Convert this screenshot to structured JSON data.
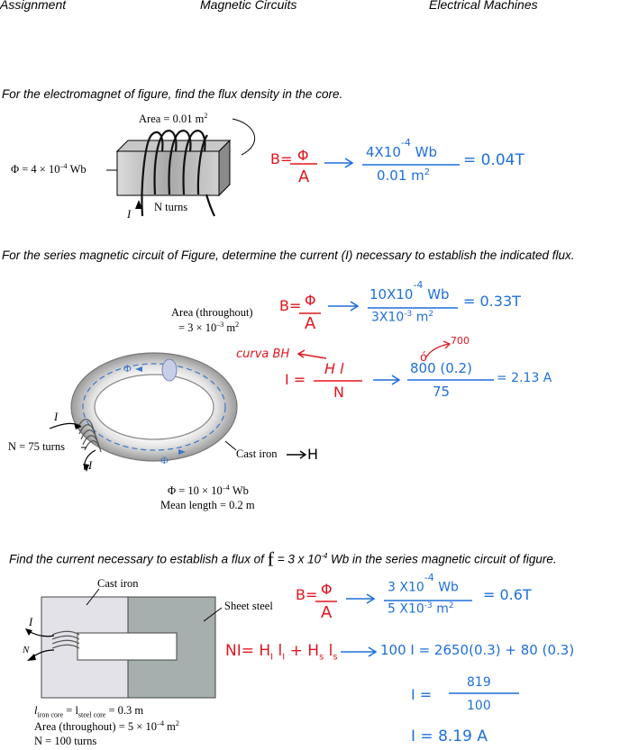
{
  "header": {
    "left": "Assignment",
    "center": "Magnetic Circuits",
    "right": "Electrical Machines"
  },
  "problem1": {
    "question": "For the electromagnet of figure, find the flux density in the core.",
    "fig": {
      "area": "Area = 0.01 m",
      "area_exp": "2",
      "flux": "Φ = 4 × 10",
      "flux_exp": "–4",
      "flux_unit": " Wb",
      "current": "I",
      "turns": "N turns"
    },
    "sol": {
      "b": "B=",
      "phi": "Φ",
      "a": "A",
      "num": "4X10",
      "num_exp": "-4",
      "num_unit": "Wb",
      "den": "0.01 m",
      "den_exp": "2",
      "result": "= 0.04T"
    }
  },
  "problem2": {
    "question": "For the series magnetic circuit of Figure, determine the current (I) necessary to establish the indicated flux.",
    "fig": {
      "area_line1": "Area (throughout)",
      "area_line2": "= 3 × 10",
      "area_exp": "–3",
      "area_unit": " m",
      "area_unit_exp": "2",
      "n": "N = 75 turns",
      "cast_iron": "Cast iron",
      "h": "H",
      "flux": "Φ = 10 × 10",
      "flux_exp": "–4",
      "flux_unit": " Wb",
      "mean_length": "Mean length = 0.2 m",
      "phi_top": "Φ",
      "phi_bottom": "Φ",
      "i_top": "I",
      "i_bottom": "I"
    },
    "sol": {
      "b": "B=",
      "phi": "Φ",
      "a": "A",
      "num": "10X10",
      "num_exp": "-4",
      "num_unit": "Wb",
      "den": "3X10",
      "den_exp": "-3",
      "den_unit": "m",
      "den_unit_exp": "2",
      "result": "= 0.33T",
      "o": "ó",
      "seven_hundred": "700",
      "curva": "curva BH",
      "i_eq": "I =",
      "hl": "H l",
      "n": "N",
      "num2": "800 (0.2)",
      "den2": "75",
      "result2": "= 2.13 A"
    }
  },
  "problem3": {
    "question_pre": "Find the current necessary to establish a flux of ",
    "question_f": "f",
    "question_mid": " = 3 x 10",
    "question_exp": "-4",
    "question_post": " Wb in the series magnetic circuit of figure.",
    "fig": {
      "cast_iron": "Cast iron",
      "sheet_steel": "Sheet steel",
      "i": "I",
      "n": "N",
      "lengths_l1": "l",
      "lengths_sub1": "iron core",
      "lengths_mid": " = l",
      "lengths_sub2": "steel core",
      "lengths_val": " = 0.3 m",
      "area": "Area (throughout) = 5 × 10",
      "area_exp": "–4",
      "area_unit": " m",
      "area_unit_exp": "2",
      "turns": "N = 100 turns"
    },
    "sol": {
      "b": "B=",
      "phi": "Φ",
      "a": "A",
      "num": "3 X10",
      "num_exp": "-4",
      "num_unit": "Wb",
      "den": "5 X10",
      "den_exp": "-3",
      "den_unit": "m",
      "den_unit_exp": "2",
      "result": "= 0.6T",
      "ni_eq": "NI= H",
      "ni_sub1": "I",
      "ni_l1": " l",
      "ni_sub1b": "I",
      "ni_plus": " + H",
      "ni_sub2": "s",
      "ni_l2": " l",
      "ni_sub2b": "s",
      "eq1": "100 I = 2650(0.3) + 80 (0.3)",
      "i_eq": "I =",
      "num2": "819",
      "den2": "100",
      "final": "I = 8.19 A"
    }
  }
}
